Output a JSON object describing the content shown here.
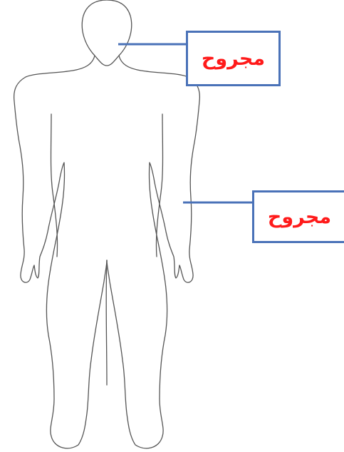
{
  "labels": [
    {
      "text": "مجروح",
      "target": "head"
    },
    {
      "text": "مجروح",
      "target": "left-arm"
    }
  ],
  "colors": {
    "label_text": "#ff1a1a",
    "label_border": "#4a72b8",
    "leader_line": "#4a72b8",
    "body_outline": "#555555"
  }
}
